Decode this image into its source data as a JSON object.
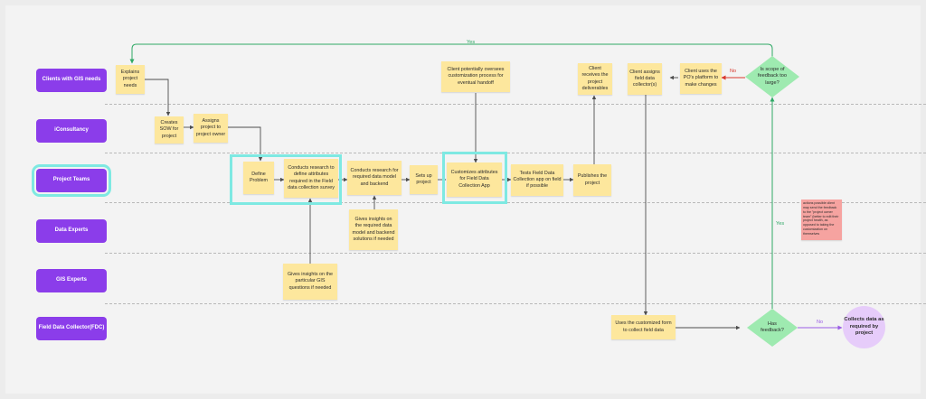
{
  "lanes": [
    "Clients with GIS needs",
    "iConsultancy",
    "Project Teams",
    "Data Experts",
    "GIS Experts",
    "Field Data Collector(FDC)"
  ],
  "steps": {
    "explains_needs": "Explains project needs",
    "creates_sow": "Creates SOW for project",
    "assigns_owner": "Assigns project to project owner",
    "define_problem": "Define Problem",
    "conducts_research_attributes": "Conducts research to define attributes required in the Field data collection survey",
    "conducts_research_backend": "Conducts research for required data model and backend",
    "sets_up_project": "Sets up project",
    "customizes_attributes": "Customizes attributes for Field Data Collection App",
    "tests_app": "Tests Field Data Collection app on field if possible",
    "publishes_project": "Publishes the project",
    "client_oversees": "Client potentially oversees customization process for eventual handoff",
    "client_receives": "Client receives the project deliverables",
    "client_assigns_fdc": "Client assigns field data collector(s)",
    "client_uses_platform": "Client uses the PO's platform to make changes",
    "data_insights": "Gives insights on the required data model and backend solutions if needed",
    "gis_insights": "Gives insights on the particular GIS questions if needed",
    "uses_form": "Uses the customized form to collect field data",
    "collects_data": "Collects data as required by project",
    "note": "actions possible client may send the feedback to the \"project owner team\" (better to edit their project health, as opposed to taking the customization on themselves"
  },
  "decisions": {
    "scope_too_large": "Is scope of feedback too large?",
    "has_feedback": "Has feedback?"
  },
  "edge_labels": {
    "yes_top": "Yes",
    "no_scope": "No",
    "yes_feedback": "Yes",
    "no_feedback": "No"
  },
  "colors": {
    "lane": "#8b3dea",
    "sticky": "#fde79d",
    "decision": "#9eeab0",
    "end_circle": "#e6ccfa",
    "highlight": "#7ee9e2",
    "yes_arrow": "#2fa865",
    "no_arrow": "#d9382c",
    "purple_arrow": "#9b5de5"
  }
}
